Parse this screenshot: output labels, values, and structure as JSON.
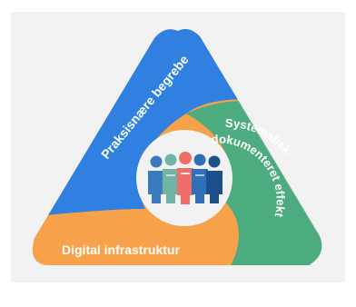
{
  "diagram": {
    "segments": [
      {
        "id": "blue",
        "label": "Praksisnære begreber",
        "color": "#2f80e0"
      },
      {
        "id": "green",
        "label_lines": [
          "Systematisk",
          "dokumenteret effekt"
        ],
        "color": "#4cab7f"
      },
      {
        "id": "orange",
        "label": "Digital infrastruktur",
        "color": "#f7a24a"
      }
    ],
    "center": {
      "icon": "people-group-icon",
      "background": "#f2f2f2"
    },
    "people_colors": [
      "#3a7bbf",
      "#6fb4a4",
      "#ef6e6a",
      "#2f6fb8",
      "#1f4f8a"
    ]
  }
}
